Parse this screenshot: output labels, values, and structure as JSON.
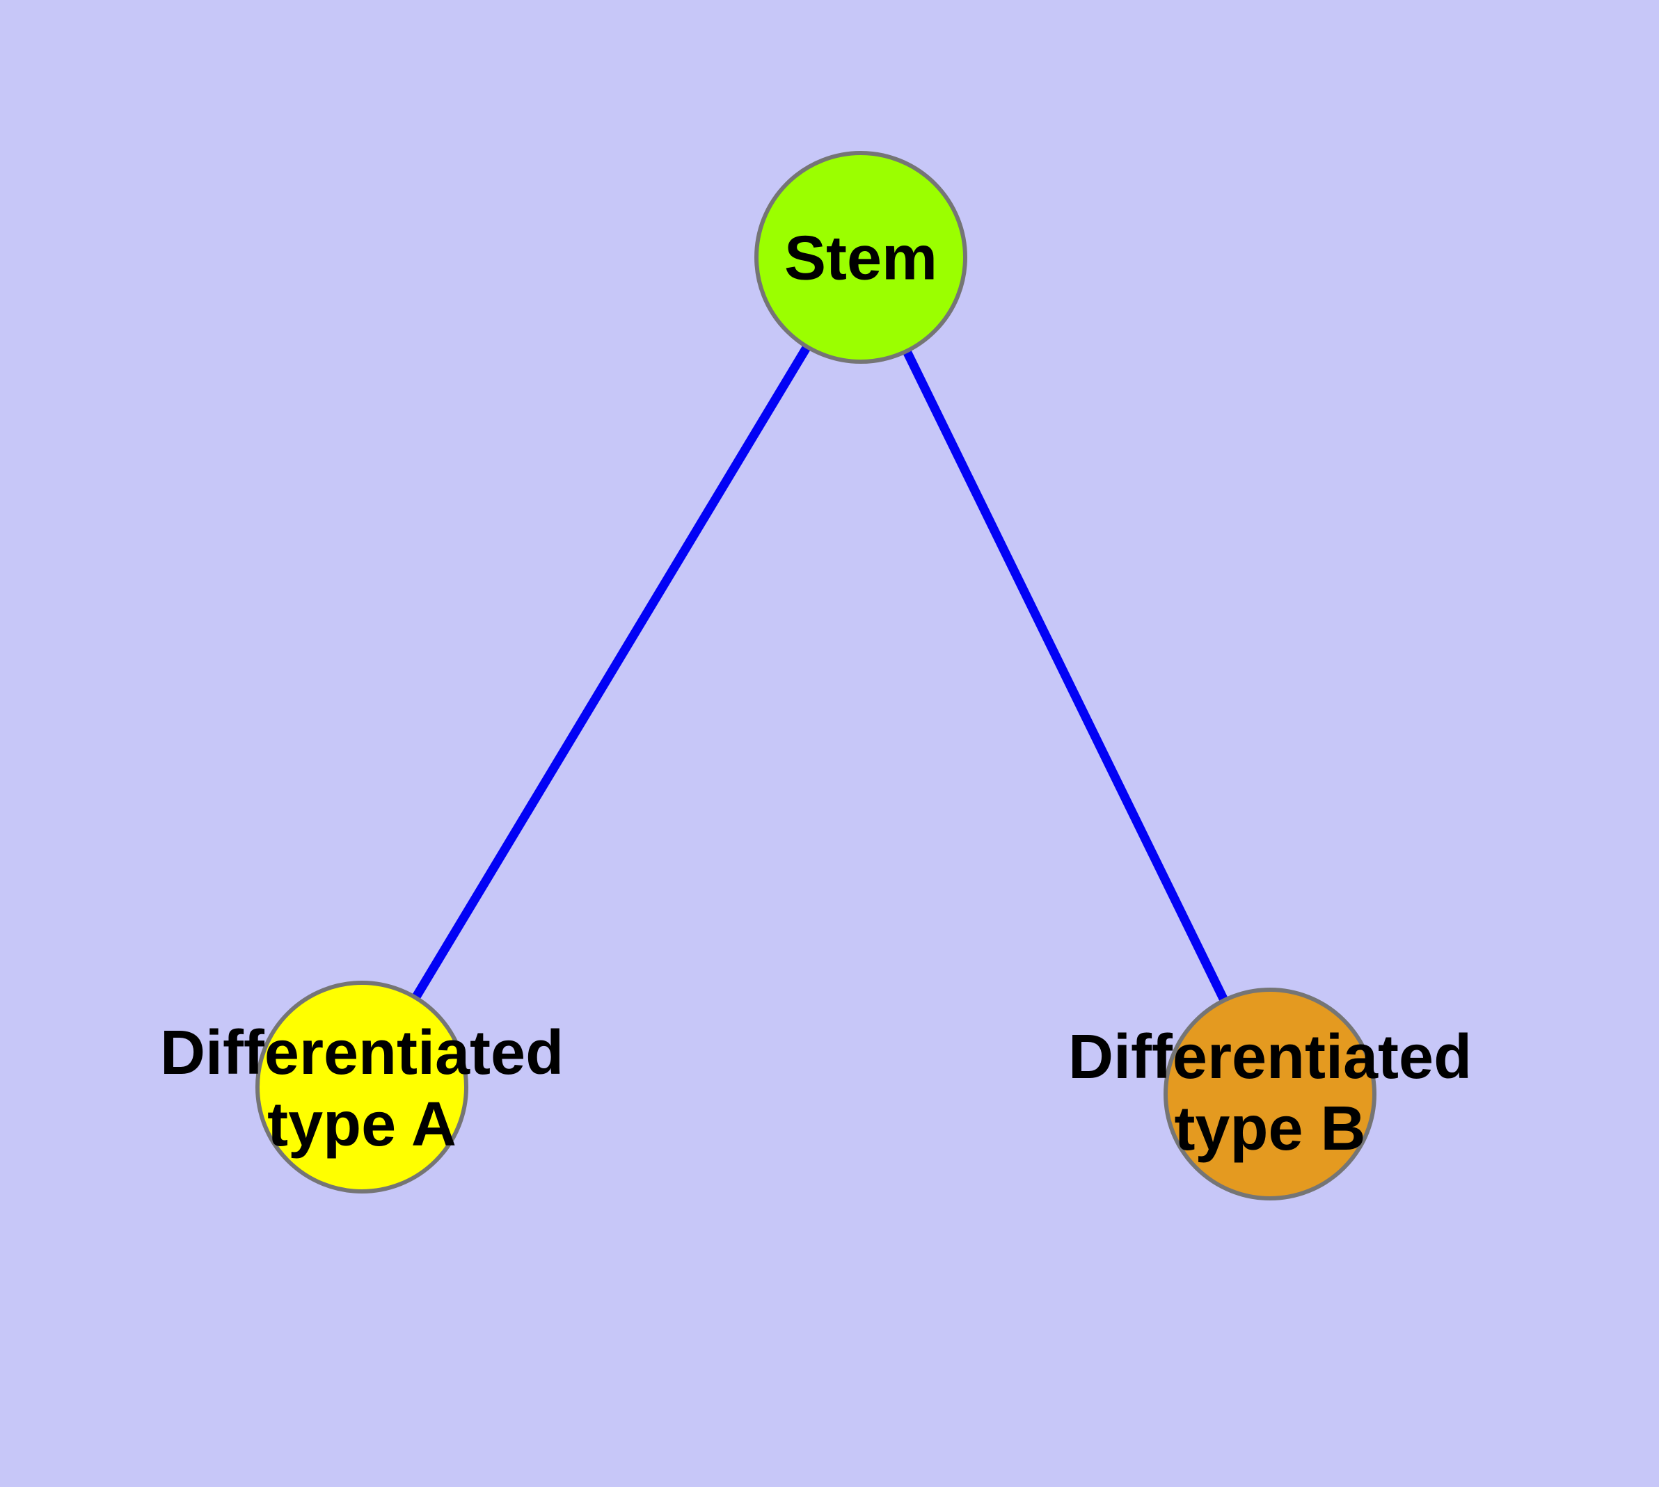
{
  "diagram": {
    "background_color": "#C7C7F8",
    "edge_color": "#0202F5",
    "node_border_color": "#757575",
    "nodes": [
      {
        "id": "stem",
        "label": "Stem",
        "color": "#9BFF00"
      },
      {
        "id": "type-a",
        "label": "Differentiated\ntype A",
        "color": "#FFFF00"
      },
      {
        "id": "type-b",
        "label": "Differentiated\ntype B",
        "color": "#E49A20"
      }
    ],
    "edges": [
      {
        "from": "stem",
        "to": "type-a"
      },
      {
        "from": "stem",
        "to": "type-b"
      }
    ]
  }
}
